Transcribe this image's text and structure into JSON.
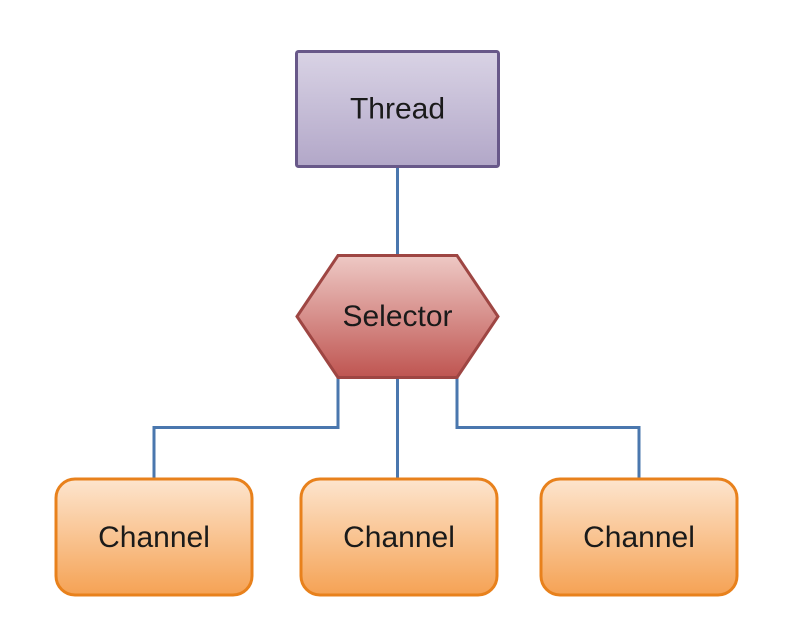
{
  "diagram": {
    "nodes": {
      "thread": {
        "label": "Thread",
        "shape": "rectangle"
      },
      "selector": {
        "label": "Selector",
        "shape": "hexagon"
      },
      "channel1": {
        "label": "Channel",
        "shape": "rounded-rectangle"
      },
      "channel2": {
        "label": "Channel",
        "shape": "rounded-rectangle"
      },
      "channel3": {
        "label": "Channel",
        "shape": "rounded-rectangle"
      }
    },
    "edges": [
      {
        "from": "thread",
        "to": "selector"
      },
      {
        "from": "selector",
        "to": "channel1"
      },
      {
        "from": "selector",
        "to": "channel2"
      },
      {
        "from": "selector",
        "to": "channel3"
      }
    ]
  },
  "colors": {
    "background": "#ffffff",
    "text": "#1a1a1a",
    "connector": "#4a77ae",
    "thread_border": "#685889",
    "thread_fill_top": "#d9d3e5",
    "thread_fill_bottom": "#b2a7c8",
    "selector_border": "#9e4643",
    "selector_fill_top": "#eec9c5",
    "selector_fill_bottom": "#bf5551",
    "channel_border": "#e8811c",
    "channel_fill_top": "#fde5ce",
    "channel_fill_bottom": "#f5a254"
  }
}
